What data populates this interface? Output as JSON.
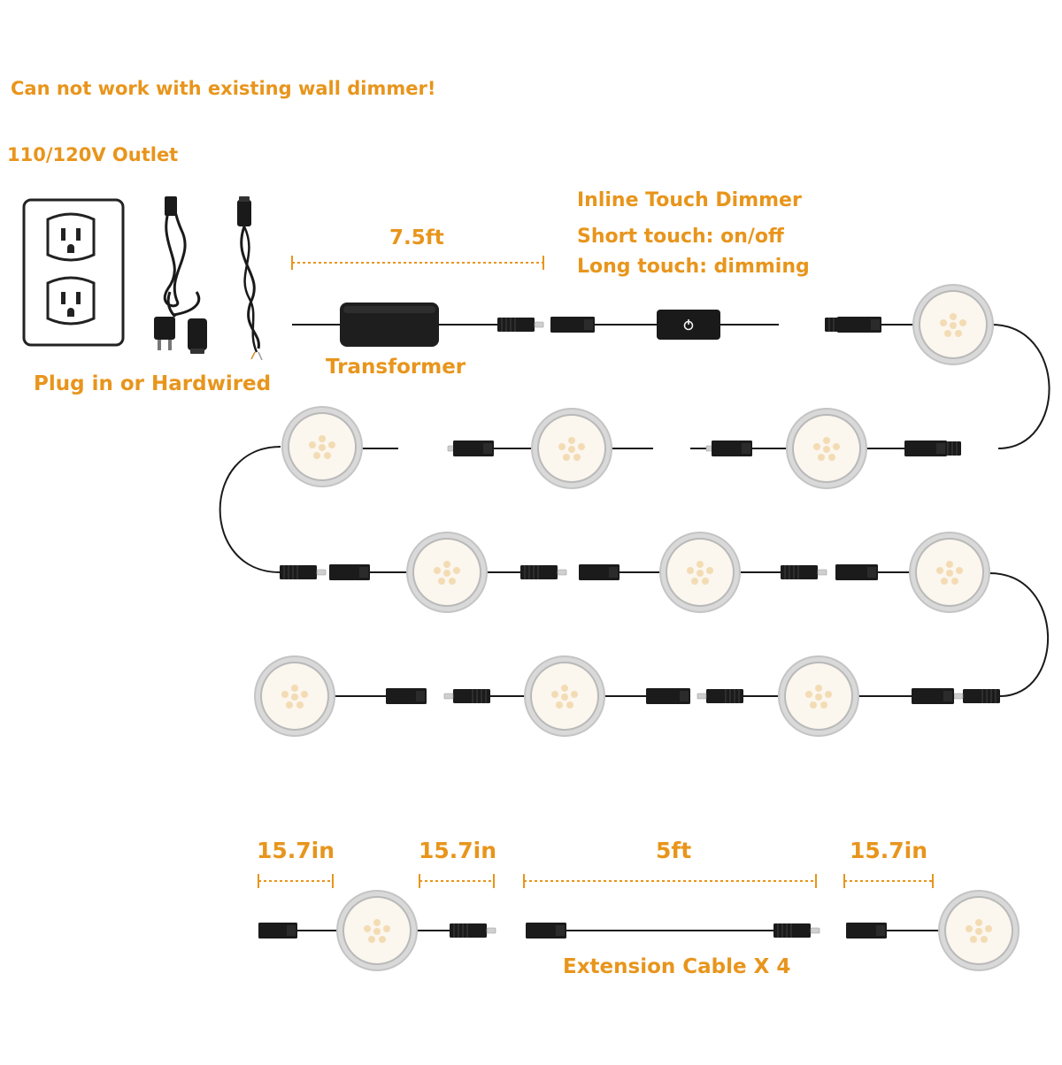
{
  "warning": "Can not work with existing wall dimmer!",
  "outlet_label": "110/120V Outlet",
  "plug_label": "Plug in or Hardwired",
  "transformer_label": "Transformer",
  "transformer_cable_length": "7.5ft",
  "dimmer": {
    "title": "Inline Touch Dimmer",
    "short_touch": "Short touch: on/off",
    "long_touch": "Long touch: dimming"
  },
  "puck_light_count": 12,
  "measurements": {
    "left_lead": "15.7in",
    "right_lead": "15.7in",
    "extension_length": "5ft",
    "single_lead": "15.7in"
  },
  "extension_label": "Extension Cable X 4",
  "colors": {
    "accent": "#E8951C",
    "cable": "#1a1a1a",
    "bezel": "#c4c4c4",
    "lens": "#fbf6ee"
  }
}
